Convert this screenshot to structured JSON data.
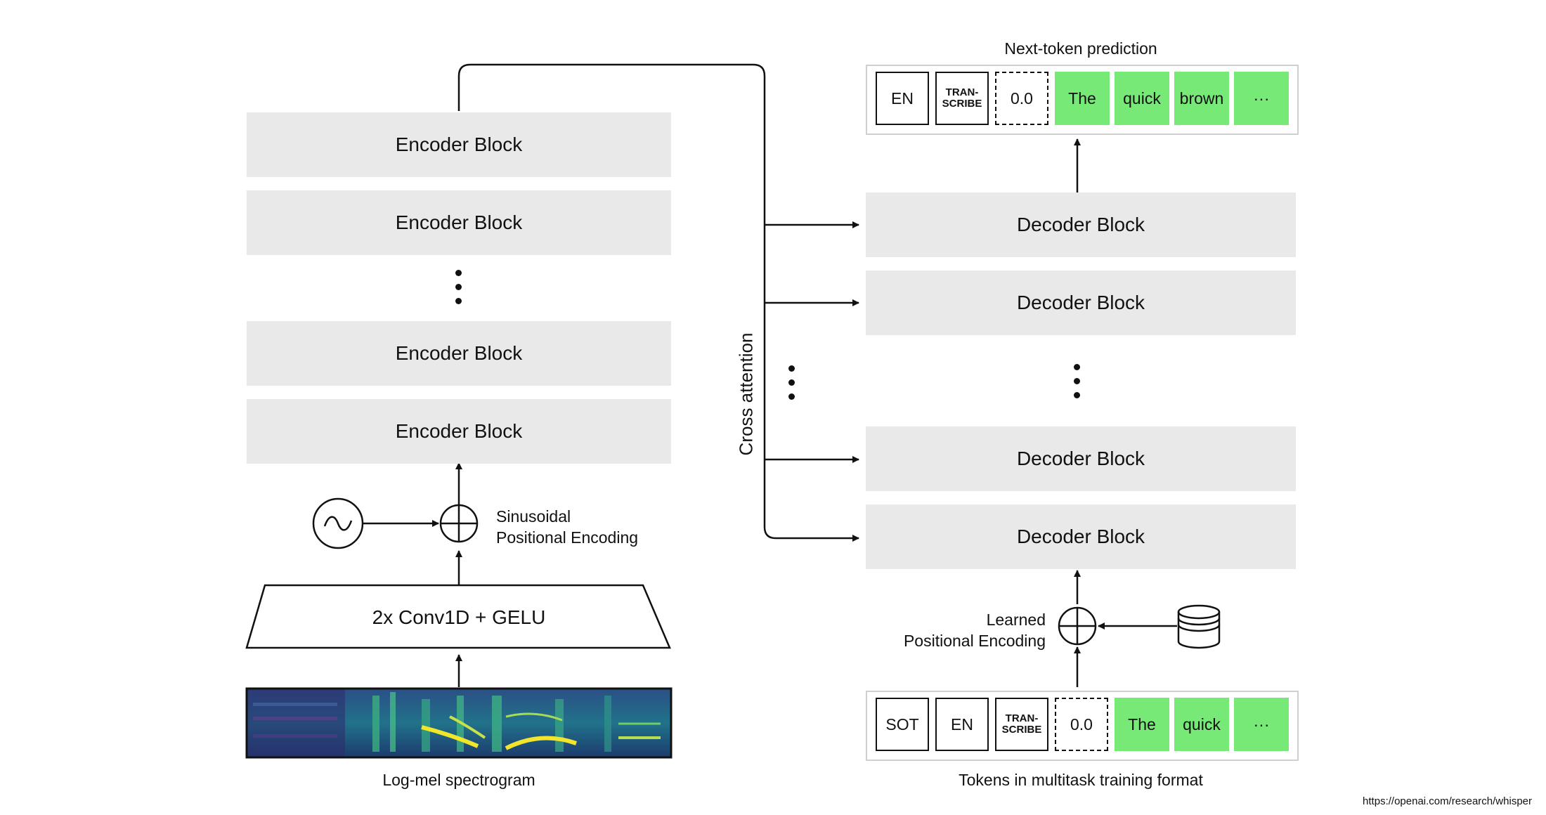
{
  "encoder": {
    "blocks": [
      "Encoder Block",
      "Encoder Block",
      "Encoder Block",
      "Encoder Block"
    ],
    "conv_label": "2x Conv1D + GELU",
    "positional_label_line1": "Sinusoidal",
    "positional_label_line2": "Positional Encoding",
    "input_caption": "Log-mel spectrogram"
  },
  "cross_attention_label": "Cross attention",
  "decoder": {
    "blocks": [
      "Decoder Block",
      "Decoder Block",
      "Decoder Block",
      "Decoder Block"
    ],
    "positional_label_line1": "Learned",
    "positional_label_line2": "Positional Encoding",
    "output_caption": "Next-token prediction",
    "output_tokens": [
      {
        "text": "EN",
        "style": "black"
      },
      {
        "text": "TRAN-\nSCRIBE",
        "style": "black-small"
      },
      {
        "text": "0.0",
        "style": "dashed"
      },
      {
        "text": "The",
        "style": "green"
      },
      {
        "text": "quick",
        "style": "green"
      },
      {
        "text": "brown",
        "style": "green"
      },
      {
        "text": "···",
        "style": "green"
      }
    ],
    "input_caption": "Tokens in multitask training format",
    "input_tokens": [
      {
        "text": "SOT",
        "style": "black"
      },
      {
        "text": "EN",
        "style": "black"
      },
      {
        "text": "TRAN-\nSCRIBE",
        "style": "black-small"
      },
      {
        "text": "0.0",
        "style": "dashed"
      },
      {
        "text": "The",
        "style": "green"
      },
      {
        "text": "quick",
        "style": "green"
      },
      {
        "text": "···",
        "style": "green"
      }
    ]
  },
  "source_url": "https://openai.com/research/whisper",
  "colors": {
    "block_fill": "#e9e9e9",
    "token_green": "#77e977",
    "line": "#111111",
    "token_row_border": "#cfcfcf"
  }
}
